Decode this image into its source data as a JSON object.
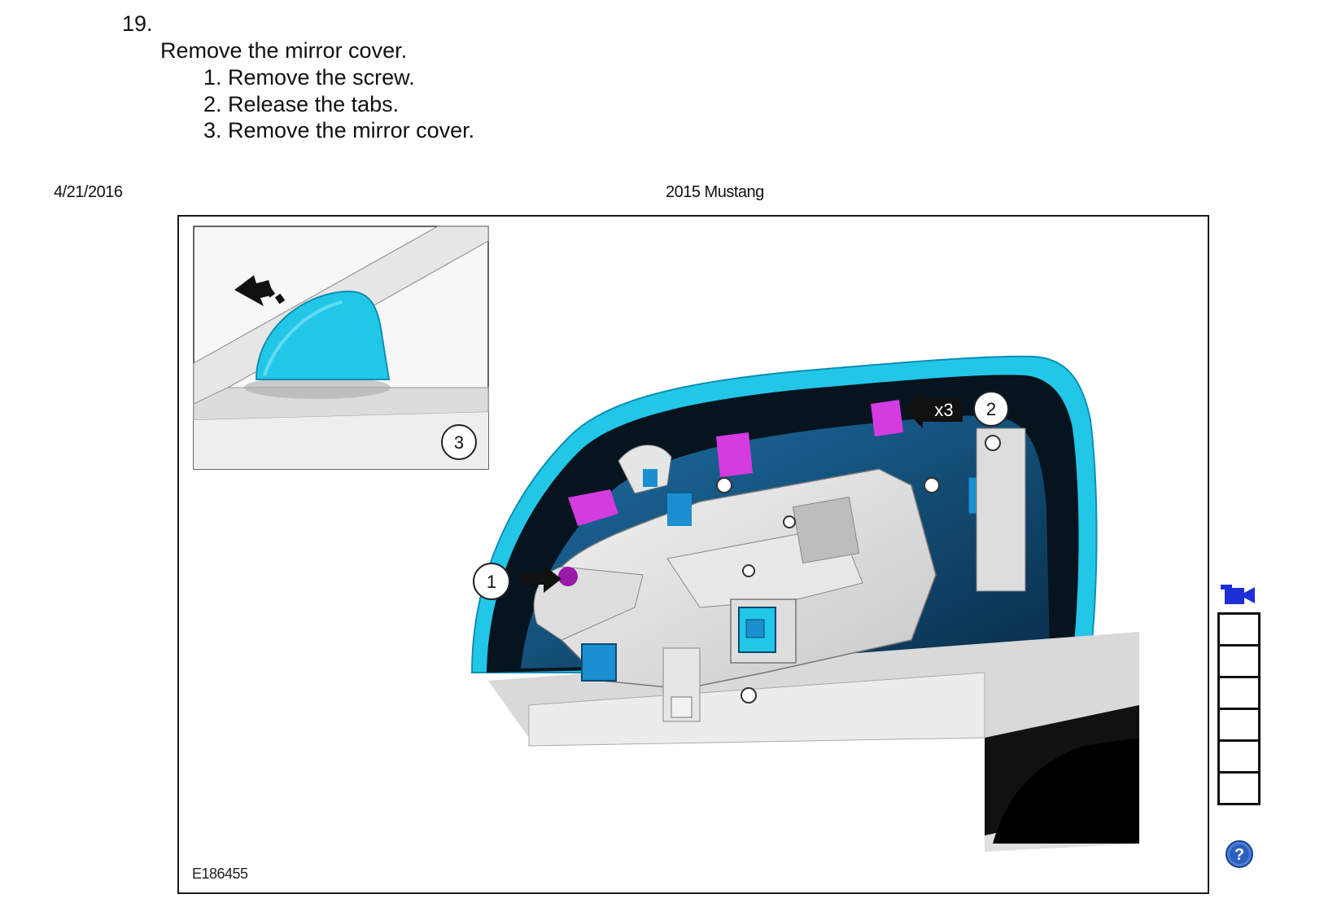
{
  "step": {
    "number": "19.",
    "title": "Remove the mirror cover.",
    "substeps": [
      "1. Remove the screw.",
      "2. Release the tabs.",
      "3. Remove the mirror cover."
    ]
  },
  "header": {
    "date": "4/21/2016",
    "model": "2015 Mustang"
  },
  "figure": {
    "id": "E186455",
    "callouts": [
      "1",
      "2",
      "3"
    ],
    "multiplier": "x3",
    "colors": {
      "cover": "#22c7e8",
      "tab": "#d43be0",
      "screw": "#9a1aa8",
      "frame": "#1a1a1a"
    }
  },
  "toolbar": {
    "video_icon": "video-camera-icon",
    "help_icon": "help-icon",
    "cells": 6
  }
}
